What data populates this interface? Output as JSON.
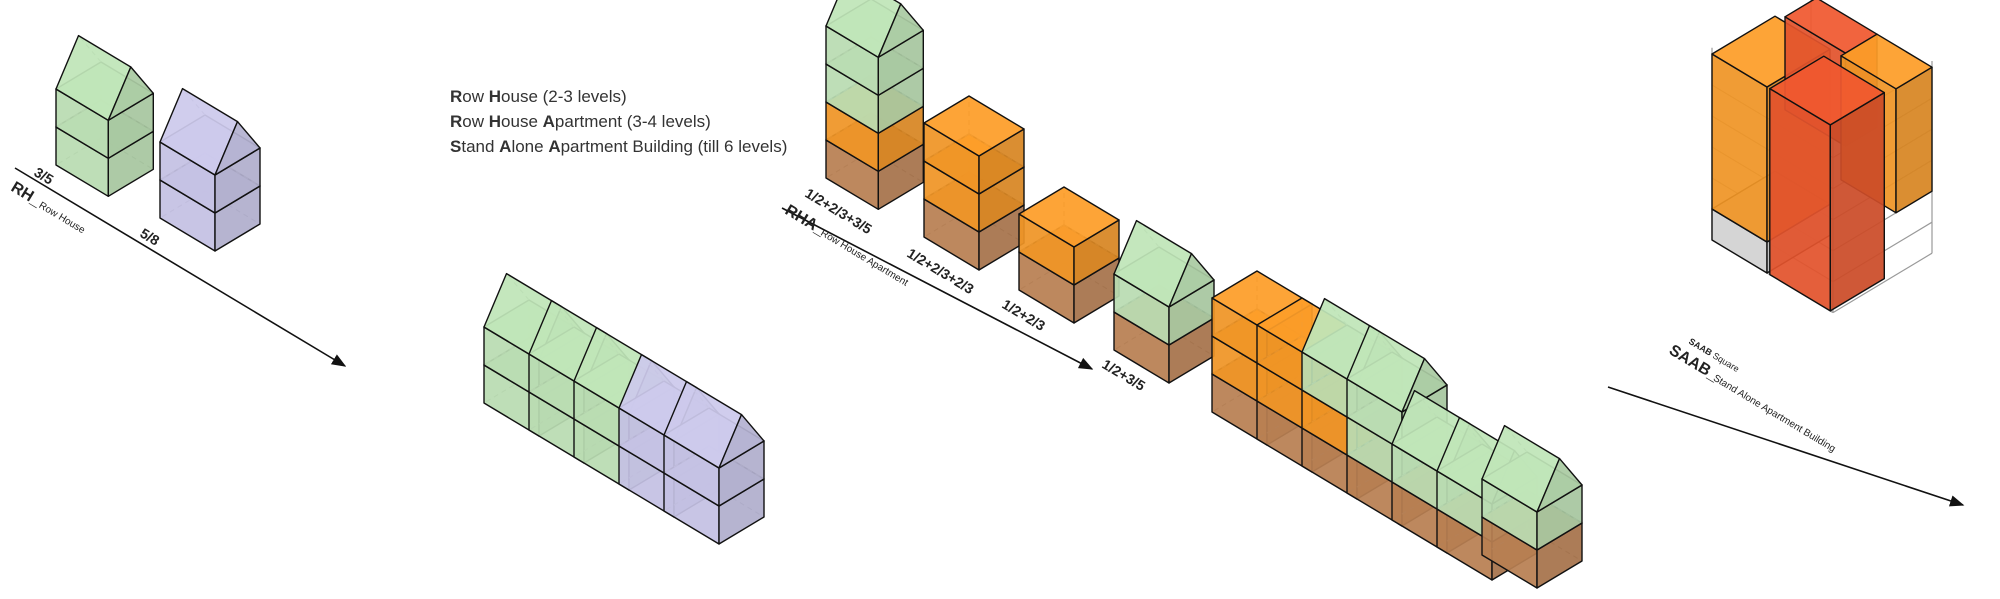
{
  "legend": {
    "items": [
      {
        "k1": "R",
        "r1": "ow ",
        "k2": "H",
        "r2": "ouse ",
        "k3": "",
        "r3": "",
        "paren": "(2-3 levels)"
      },
      {
        "k1": "R",
        "r1": "ow ",
        "k2": "H",
        "r2": "ouse ",
        "k3": "A",
        "r3": "partment ",
        "paren": "(3-4 levels)"
      },
      {
        "k1": "S",
        "r1": "tand ",
        "k2": "A",
        "r2": "lone ",
        "k3": "A",
        "r3": "partment B",
        "paren": "uilding (till 6 levels)"
      }
    ]
  },
  "row_house": {
    "code": "RH_",
    "name": "Row House",
    "mixes": [
      "3/5",
      "5/8"
    ]
  },
  "row_house_apartment": {
    "code": "RHA_",
    "name": "Row House Apartment",
    "mixes": [
      "1/2+2/3+3/5",
      "1/2+2/3+2/3",
      "1/2+2/3",
      "1/2+3/5"
    ]
  },
  "stand_alone_building": {
    "code": "SAAB_",
    "name": "Stand Alone Apartment Building",
    "variant_code": "SAAB",
    "variant_name": "Square"
  },
  "colors": {
    "green": "#b9dcb1",
    "purple": "#c4c1e3",
    "orange": "#ef9426",
    "brown": "#b87f52",
    "red": "#e2532c",
    "gray": "#d2d2d2",
    "outline": "#111111"
  }
}
